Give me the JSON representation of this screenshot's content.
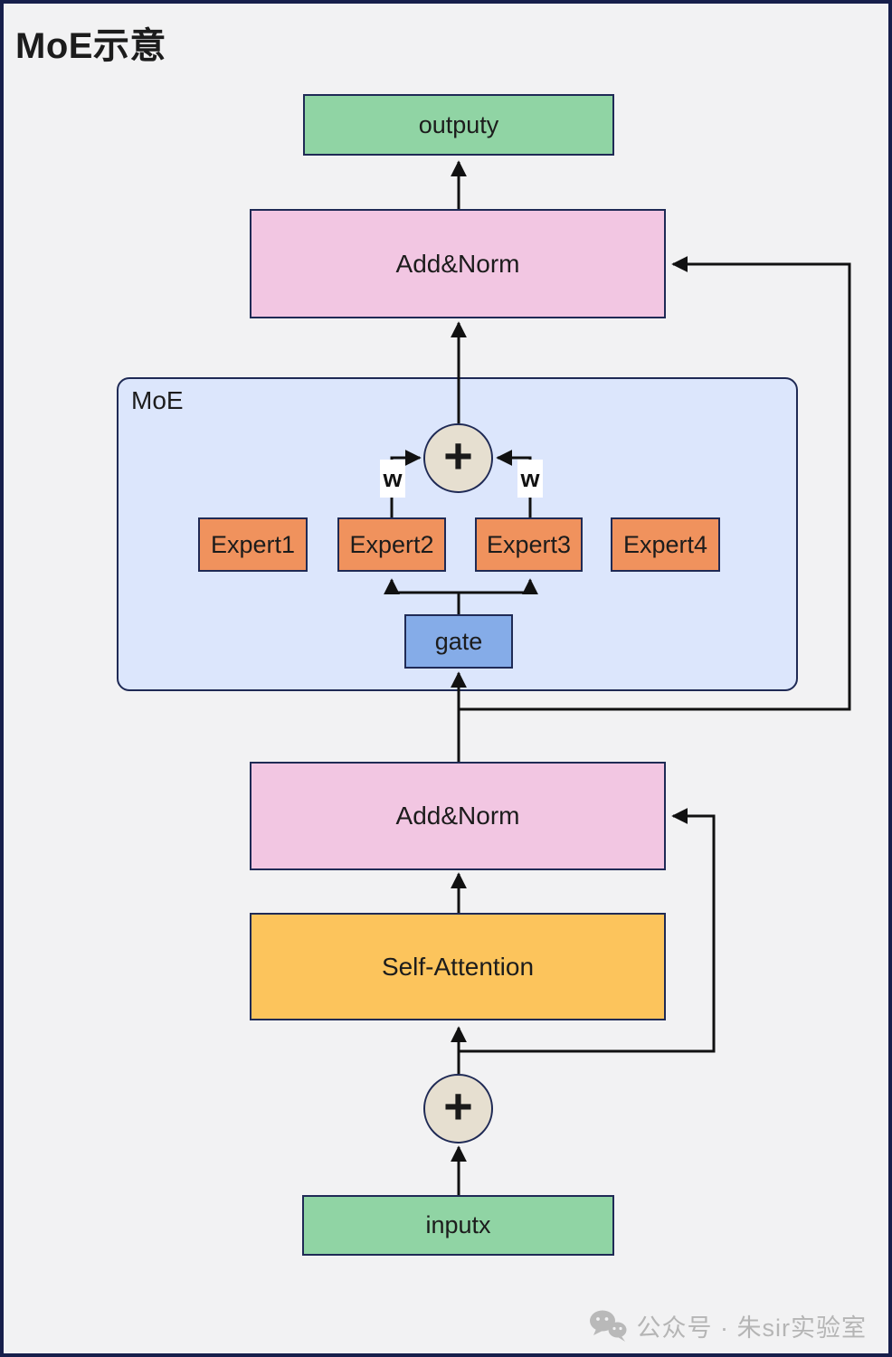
{
  "title": "MoE示意",
  "diagram": {
    "moe_group_label": "MoE",
    "nodes": {
      "output": {
        "label": "outputy"
      },
      "add_norm_top": {
        "label": "Add&Norm"
      },
      "sum_moe": {
        "symbol": "+"
      },
      "weight_left": {
        "label": "w"
      },
      "weight_right": {
        "label": "w"
      },
      "experts": [
        {
          "label": "Expert1"
        },
        {
          "label": "Expert2"
        },
        {
          "label": "Expert3"
        },
        {
          "label": "Expert4"
        }
      ],
      "gate": {
        "label": "gate"
      },
      "add_norm_bottom": {
        "label": "Add&Norm"
      },
      "self_attention": {
        "label": "Self-Attention"
      },
      "sum_input": {
        "symbol": "+"
      },
      "input": {
        "label": "inputx"
      }
    }
  },
  "watermark": {
    "icon": "wechat-icon",
    "text": "公众号 · 朱sir实验室"
  },
  "colors": {
    "bg": "#f2f2f3",
    "frame_border": "#171f4b",
    "node_border": "#1f2a55",
    "green": "#90d4a4",
    "pink": "#f2c6e2",
    "orange": "#f0925d",
    "yellow": "#fcc45c",
    "gate_blue": "#85ace8",
    "moe_fill": "#dce6fc",
    "sum_fill": "#e6dfd0",
    "line": "#111111",
    "watermark": "#b5b5b5"
  }
}
